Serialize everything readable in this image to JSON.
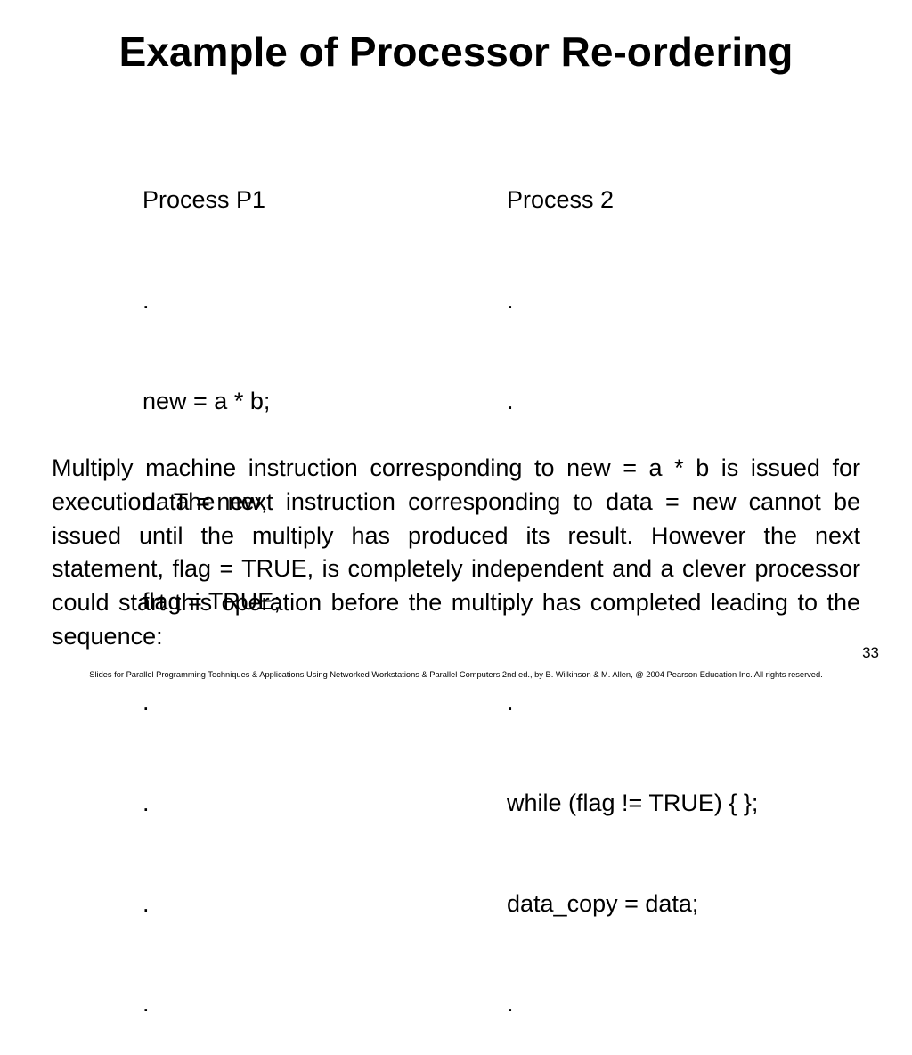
{
  "slide": {
    "title": "Example of Processor Re-ordering",
    "process1": {
      "header": "Process P1",
      "lines": [
        ".",
        "new = a * b;",
        "data = new;",
        "flag = TRUE;",
        ".",
        ".",
        ".",
        "."
      ]
    },
    "process2": {
      "header": "Process 2",
      "lines": [
        ".",
        ".",
        ".",
        ".",
        ".",
        "while (flag != TRUE) { };",
        "data_copy = data;",
        "."
      ]
    },
    "description": "Multiply machine instruction corresponding to new = a * b is issued for execution. The next instruction corresponding to data = new cannot be issued until the multiply has produced its result. However the next statement, flag = TRUE, is completely independent and a clever processor could start this operation before the multiply has completed leading to the sequence:",
    "page_number": "33",
    "footer": "Slides for Parallel Programming Techniques & Applications Using Networked Workstations & Parallel Computers 2nd ed., by B. Wilkinson & M. Allen, @ 2004 Pearson Education Inc. All rights reserved."
  }
}
